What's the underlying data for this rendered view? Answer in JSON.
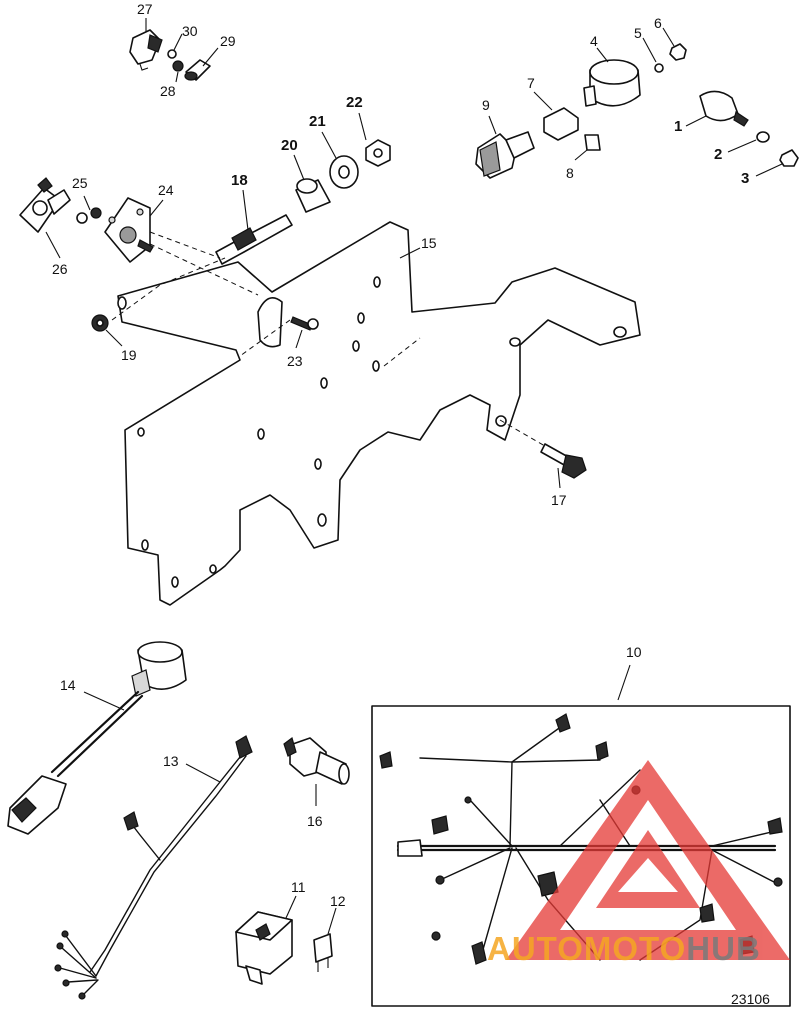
{
  "callouts": {
    "c1": "1",
    "c2": "2",
    "c3": "3",
    "c4": "4",
    "c5": "5",
    "c6": "6",
    "c7": "7",
    "c8": "8",
    "c9": "9",
    "c10": "10",
    "c11": "11",
    "c12": "12",
    "c13": "13",
    "c14": "14",
    "c15": "15",
    "c16": "16",
    "c17": "17",
    "c18": "18",
    "c19": "19",
    "c20": "20",
    "c21": "21",
    "c22": "22",
    "c23": "23",
    "c24": "24",
    "c25": "25",
    "c26": "26",
    "c27": "27",
    "c28": "28",
    "c29": "29",
    "c30": "30"
  },
  "figure_number": "23106",
  "watermark": {
    "text_orange": "AUTOMOTO",
    "text_gray": "HUB",
    "color_red": "#e53935",
    "color_orange": "#f5a623",
    "color_gray": "#7a7a7a"
  }
}
